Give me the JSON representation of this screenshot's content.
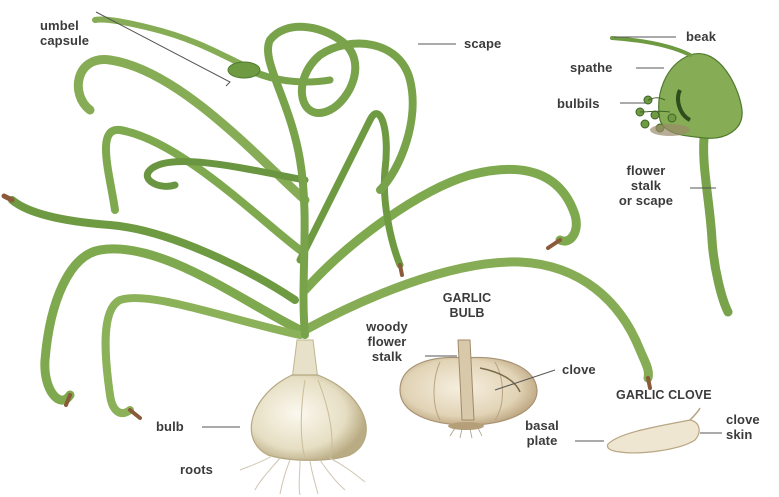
{
  "labels": {
    "umbel_capsule": "umbel\ncapsule",
    "scape": "scape",
    "beak": "beak",
    "spathe": "spathe",
    "bulbils": "bulbils",
    "flower_stalk": "flower\nstalk\nor scape",
    "garlic_bulb": "GARLIC\nBULB",
    "woody_flower_stalk": "woody\nflower\nstalk",
    "clove": "clove",
    "garlic_clove": "GARLIC CLOVE",
    "clove_skin": "clove\nskin",
    "basal_plate": "basal\nplate",
    "bulb": "bulb",
    "roots": "roots"
  },
  "colors": {
    "leaf": "#7fa94f",
    "leaf_dark": "#4f7a2f",
    "leaf_tip": "#8a5a3a",
    "bulb": "#ece6cf",
    "bulb_shade": "#c9bd99",
    "leader": "#555555"
  }
}
